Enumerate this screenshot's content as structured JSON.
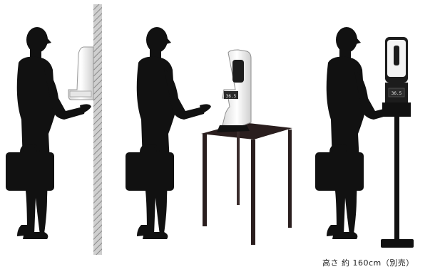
{
  "figure": {
    "panels": [
      {
        "name": "wall-mounted"
      },
      {
        "name": "table-top"
      },
      {
        "name": "stand-mounted"
      }
    ],
    "display_reading": "36.5",
    "caption": "高さ 約 160cm（別売）",
    "colors": {
      "silhouette": "#111111",
      "wall": "#b5b5b5",
      "table": "#2a1e1e",
      "device_body": "#f2f2f2",
      "device_dark": "#1c1c1c",
      "display": "#2b2b2b"
    }
  }
}
